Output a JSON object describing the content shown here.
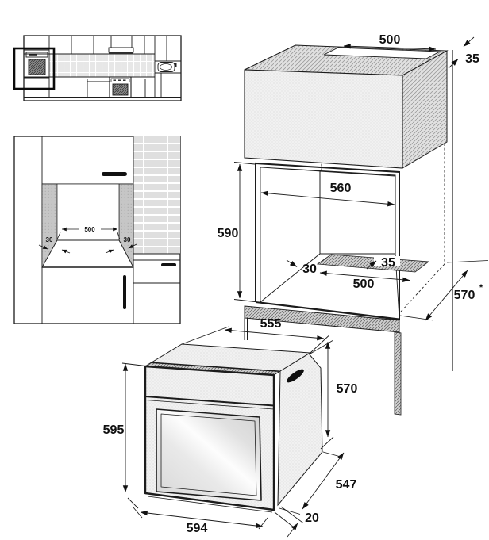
{
  "palette": {
    "ink": "#1a1a1a",
    "paper": "#ffffff"
  },
  "niche_front_view": {
    "niche_width_label": "500",
    "left_clearance_label": "30",
    "right_clearance_label": "30"
  },
  "cabinet_3d_view": {
    "top_cutout_width_label": "500",
    "rear_gap_label": "35",
    "niche_width_label": "560",
    "niche_height_label": "590",
    "vent_offset_label": "30",
    "vent_width_label": "500",
    "vent_depth_label": "35",
    "cabinet_depth_label": "570",
    "cabinet_depth_note": "*"
  },
  "oven_3d_view": {
    "body_width_label": "555",
    "body_height_label": "570",
    "front_height_label": "595",
    "body_depth_label": "547",
    "door_clearance_label": "20",
    "front_width_label": "594"
  }
}
